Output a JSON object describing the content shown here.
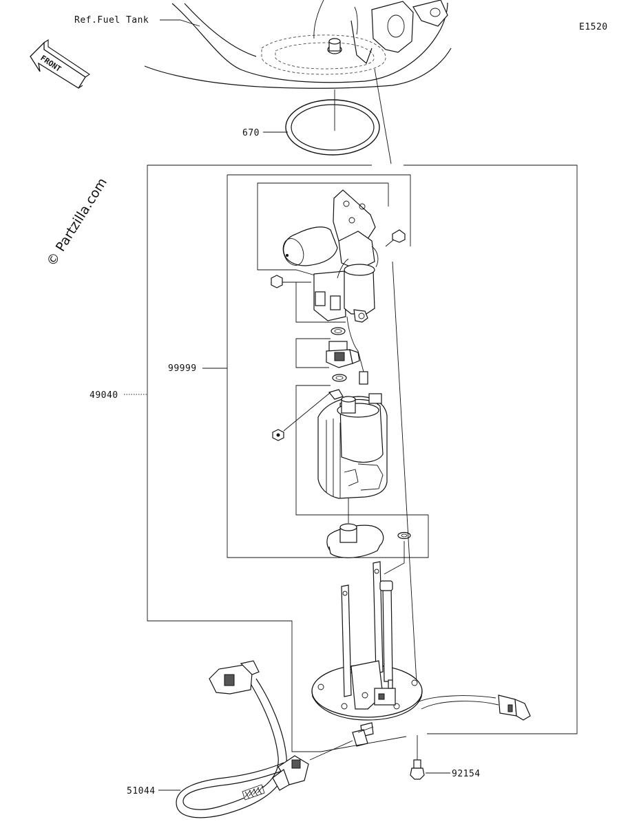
{
  "diagram_code": "E1520",
  "watermark": "© Partzilla.com",
  "front_arrow": {
    "text": "FRONT"
  },
  "labels": {
    "ref_fuel_tank": "Ref.Fuel Tank",
    "gasket": "670",
    "pump_assy": "49040",
    "parts_set": "99999",
    "hose": "51044",
    "bolt": "92154"
  }
}
